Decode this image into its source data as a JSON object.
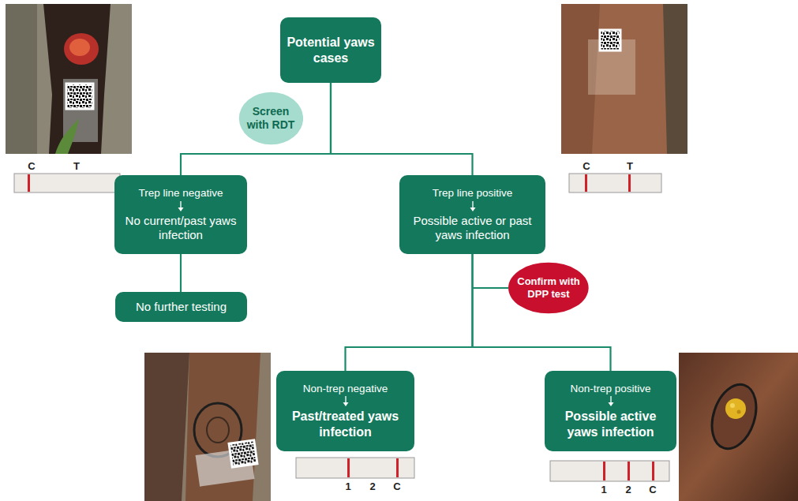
{
  "diagram": {
    "nodes": [
      {
        "text": [
          "Potential yaws cases"
        ]
      },
      {
        "text": [
          "Screen with RDT"
        ]
      },
      {
        "text": [
          "Trep line negative",
          "No current/past yaws infection"
        ]
      },
      {
        "text": [
          "Trep line positive",
          "Possible active or past yaws infection"
        ]
      },
      {
        "text": [
          "No further testing"
        ]
      },
      {
        "text": [
          "Confirm with DPP test"
        ]
      },
      {
        "text": [
          "Non-trep negative",
          "Past/treated yaws infection"
        ]
      },
      {
        "text": [
          "Non-trep positive",
          "Possible active yaws infection"
        ]
      }
    ],
    "edges": [
      {
        "from": 0,
        "to": 2,
        "arrow": "none"
      },
      {
        "from": 0,
        "to": 3,
        "arrow": "none"
      },
      {
        "from": 2,
        "to": 4,
        "arrow": "none"
      },
      {
        "from": 3,
        "to": 6,
        "arrow": "none"
      },
      {
        "from": 3,
        "to": 7,
        "arrow": "none"
      }
    ],
    "labels": [
      "C",
      "T",
      "C",
      "T",
      "1",
      "2",
      "C",
      "1",
      "2",
      "C"
    ]
  }
}
